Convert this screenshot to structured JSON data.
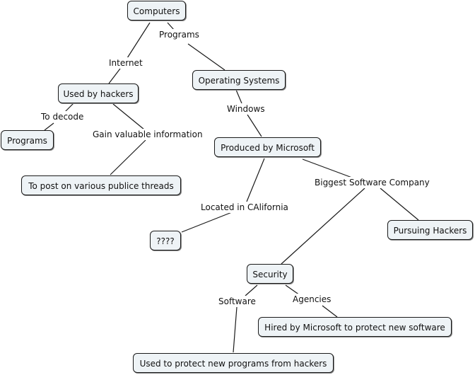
{
  "concepts": {
    "computers": "Computers",
    "used_by_hackers": "Used by hackers",
    "operating_systems": "Operating Systems",
    "programs": "Programs",
    "produced_by_microsoft": "Produced by Microsoft",
    "to_post": "To post on various publice threads",
    "unknown": "????",
    "pursuing_hackers": "Pursuing Hackers",
    "security": "Security",
    "hired_by_microsoft": "Hired by Microsoft to protect new software",
    "used_to_protect": "Used to protect new programs from hackers"
  },
  "links": {
    "programs": "Programs",
    "internet": "Internet",
    "to_decode": "To decode",
    "gain_info": "Gain valuable information",
    "windows": "Windows",
    "located": "Located in CAlifornia",
    "biggest": "Biggest Software Company",
    "software": "Software",
    "agencies": "Agencies"
  },
  "colors": {
    "node_fill": "#eef3f6",
    "node_border": "#1a1a1a",
    "line": "#1a1a1a"
  }
}
